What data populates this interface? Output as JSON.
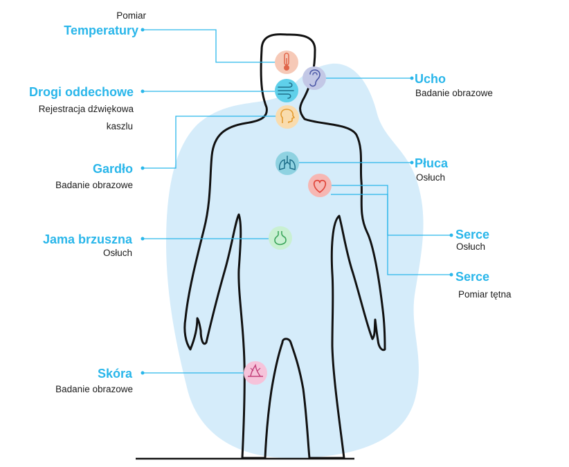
{
  "labels": {
    "temperatura": {
      "pre": "Pomiar",
      "title": "Temperatury"
    },
    "drogi": {
      "title": "Drogi oddechowe",
      "sub1": "Rejestracja dźwiękowa",
      "sub2": "kaszlu"
    },
    "gardlo": {
      "title": "Gardło",
      "sub": "Badanie obrazowe"
    },
    "jama": {
      "title": "Jama brzuszna",
      "sub": "Osłuch"
    },
    "skora": {
      "title": "Skóra",
      "sub": "Badanie obrazowe"
    },
    "ucho": {
      "title": "Ucho",
      "sub": "Badanie obrazowe"
    },
    "pluca": {
      "title": "Płuca",
      "sub": "Osłuch"
    },
    "serce1": {
      "title": "Serce",
      "sub": "Osłuch"
    },
    "serce2": {
      "title": "Serce",
      "sub": "Pomiar tętna"
    }
  },
  "colors": {
    "accent": "#29b6ea",
    "blob": "#d5ecfa",
    "outline": "#111111",
    "temperature": "#f6c9b7",
    "ear": "#c3c8e6",
    "airway": "#5fd0ea",
    "throat": "#f9dcae",
    "lungs": "#8fd2e1",
    "heart": "#f6b7b3",
    "stomach": "#c9f0d2",
    "skin": "#f6c3da"
  },
  "icons": [
    "thermometer-icon",
    "ear-icon",
    "wind-icon",
    "head-profile-icon",
    "lungs-icon",
    "heart-icon",
    "stomach-icon",
    "skin-hair-icon"
  ]
}
